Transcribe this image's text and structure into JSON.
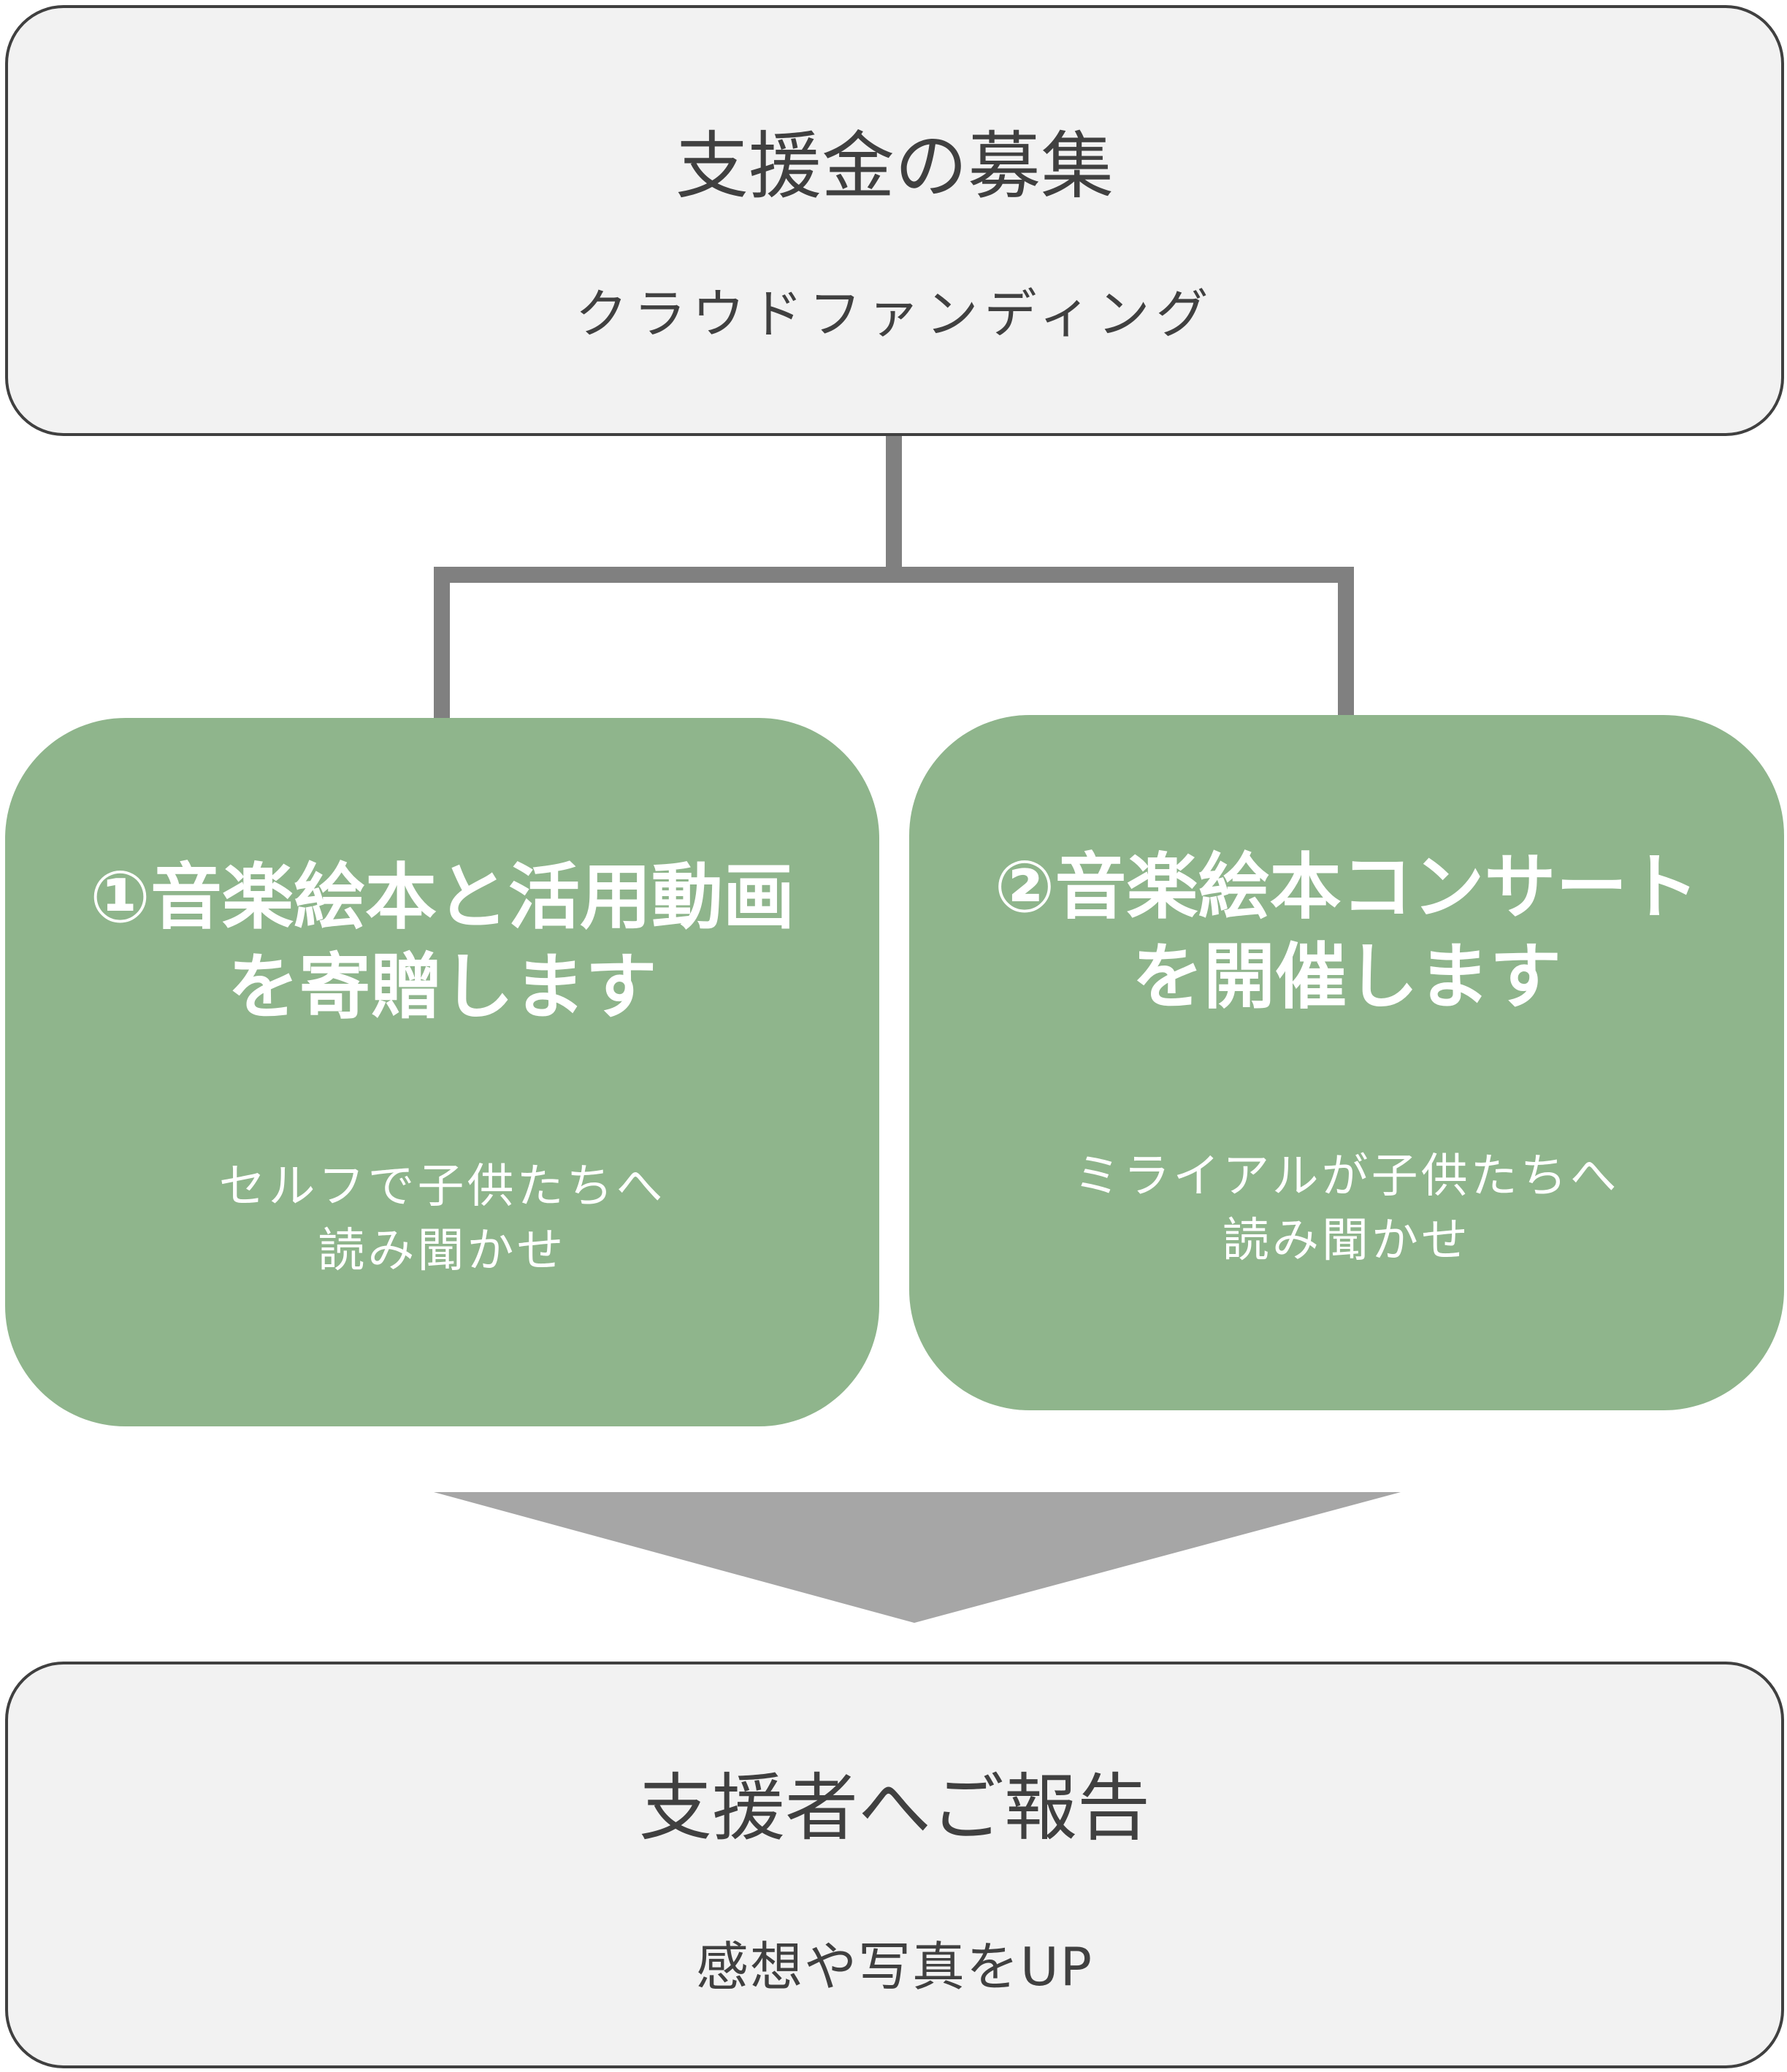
{
  "top_box": {
    "title": "支援金の募集",
    "subtitle": "クラウドファンディング"
  },
  "left_box": {
    "title_line1": "①音楽絵本と活用動画",
    "title_line2": "を寄贈します",
    "sub_line1": "セルフで子供たちへ",
    "sub_line2": "読み聞かせ"
  },
  "right_box": {
    "title_line1": "②音楽絵本コンサート",
    "title_line2": "を開催します",
    "sub_line1": "ミライアルが子供たちへ",
    "sub_line2": "読み聞かせ"
  },
  "bottom_box": {
    "title": "支援者へご報告",
    "subtitle": "感想や写真をUP"
  },
  "colors": {
    "green": "#8fb58c",
    "gray_fill": "#f2f2f2",
    "connector": "#808080",
    "arrow": "#a6a6a6"
  }
}
